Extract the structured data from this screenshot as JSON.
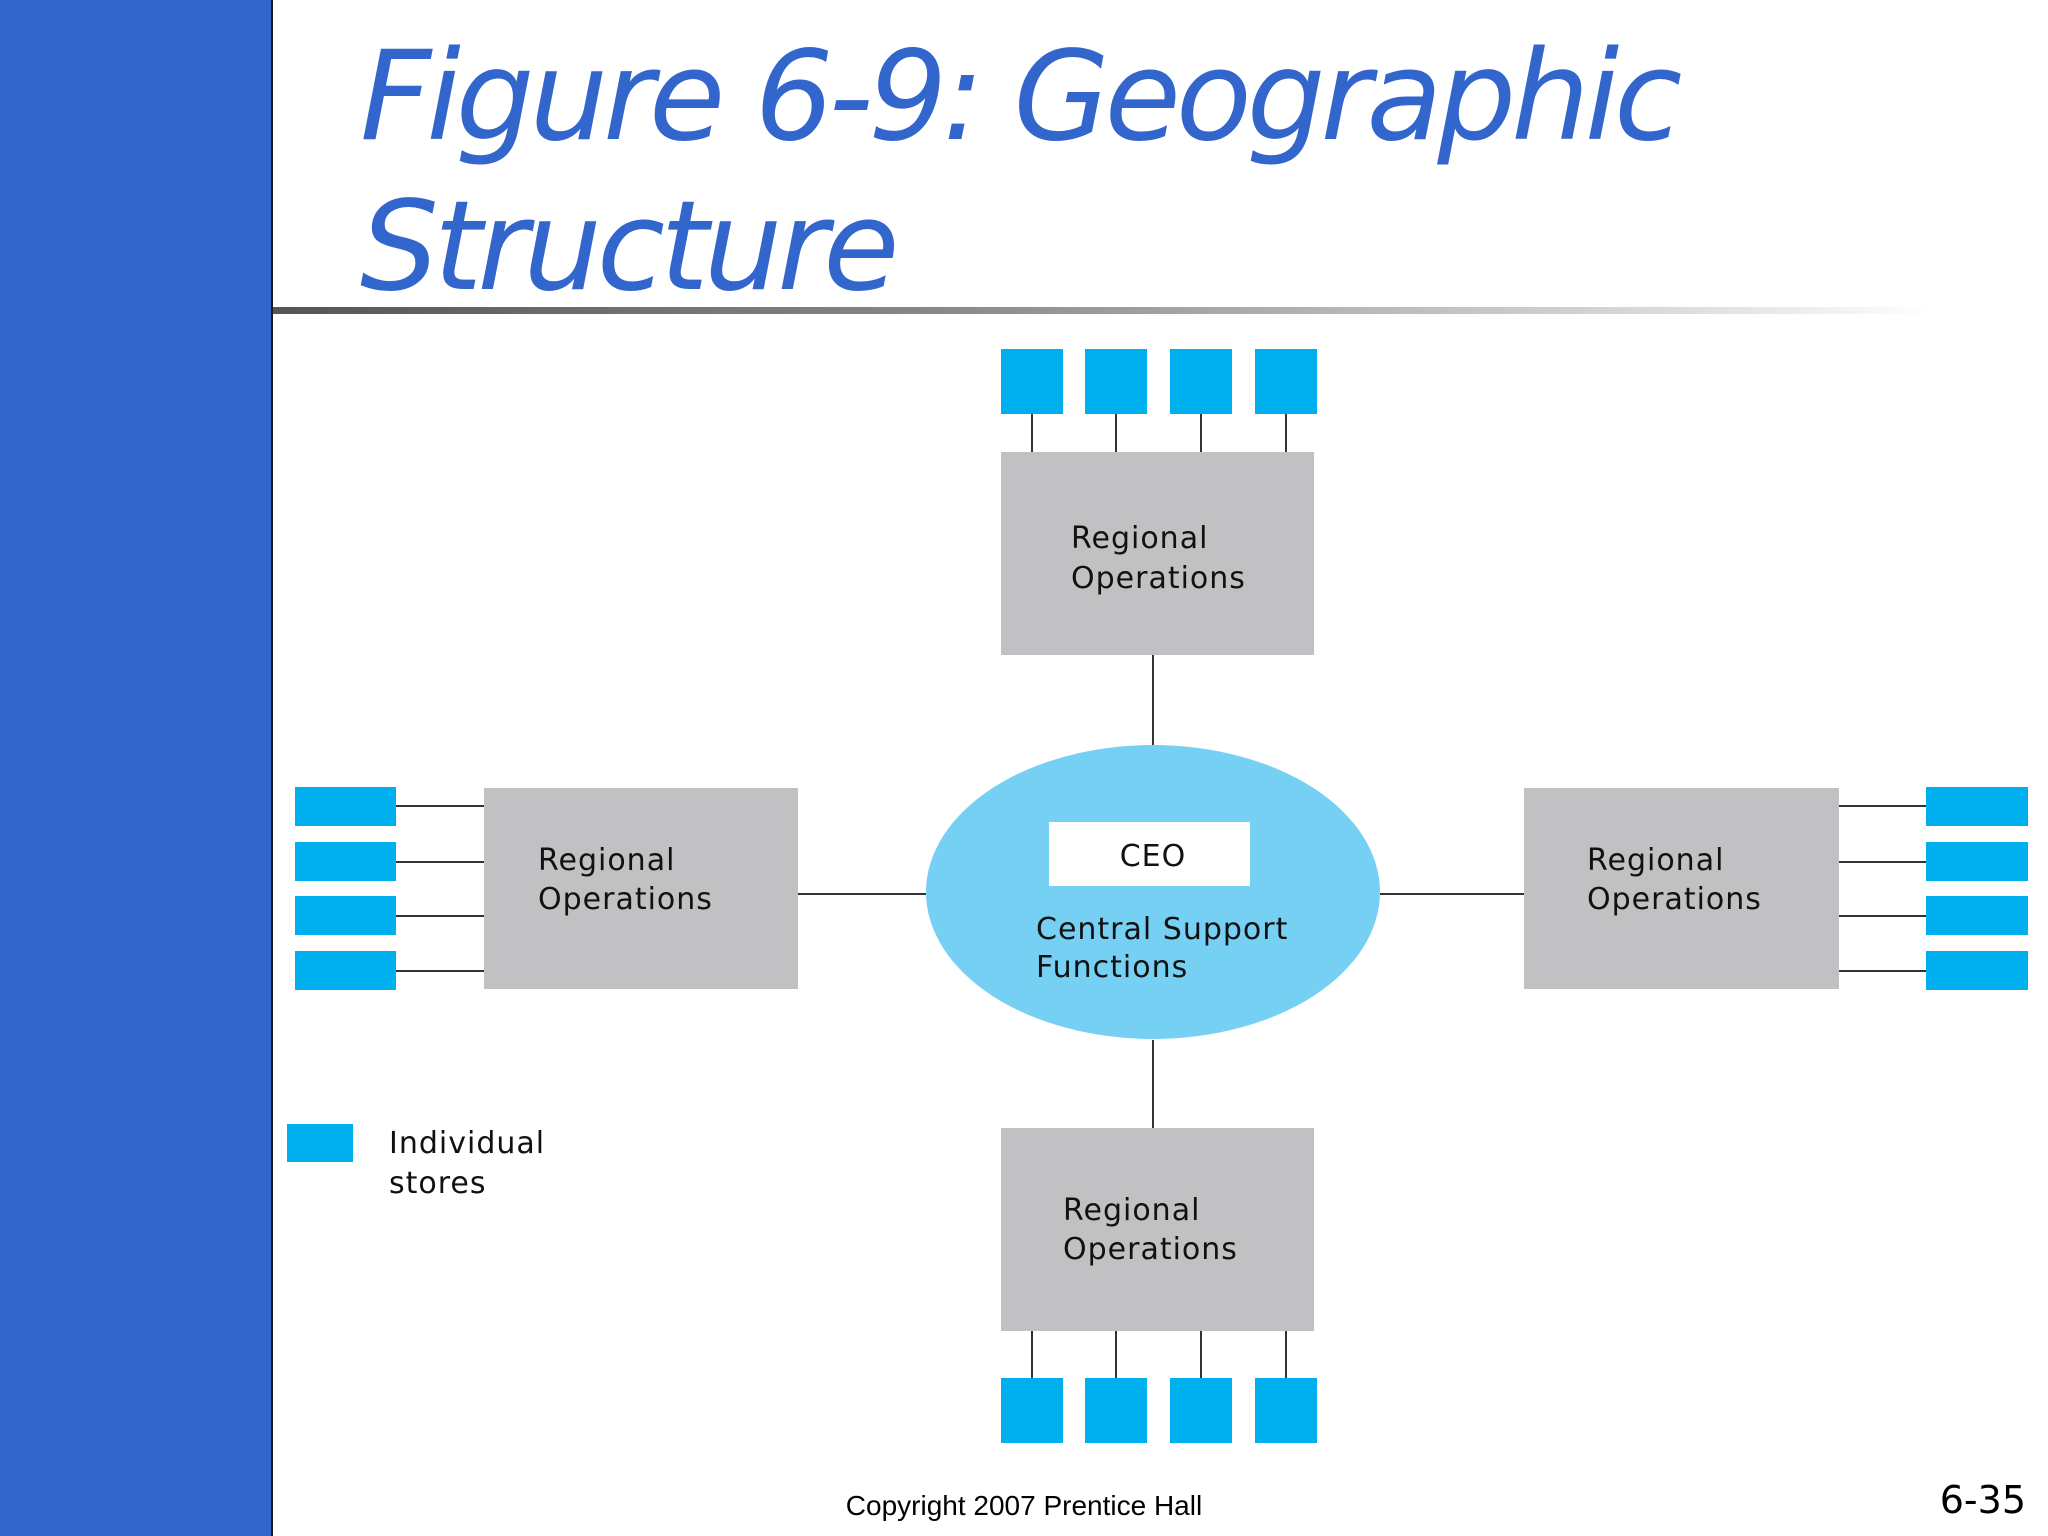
{
  "slide": {
    "title_line1": "Figure 6-9: Geographic",
    "title_line2": "Structure",
    "footer": "Copyright 2007 Prentice Hall",
    "page_number": "6-35"
  },
  "diagram": {
    "center": {
      "ceo_label": "CEO",
      "support_line1": "Central Support",
      "support_line2": "Functions"
    },
    "regions": [
      {
        "id": "top",
        "line1": "Regional",
        "line2": "Operations",
        "store_count": 4
      },
      {
        "id": "left",
        "line1": "Regional",
        "line2": "Operations",
        "store_count": 4
      },
      {
        "id": "right",
        "line1": "Regional",
        "line2": "Operations",
        "store_count": 4
      },
      {
        "id": "bottom",
        "line1": "Regional",
        "line2": "Operations",
        "store_count": 4
      }
    ],
    "legend": {
      "line1": "Individual",
      "line2": "stores"
    }
  },
  "colors": {
    "accent_blue": "#3366cc",
    "store_blue": "#00b0ee",
    "hub_blue": "#76d0f4",
    "region_gray": "#c1c1c4"
  }
}
